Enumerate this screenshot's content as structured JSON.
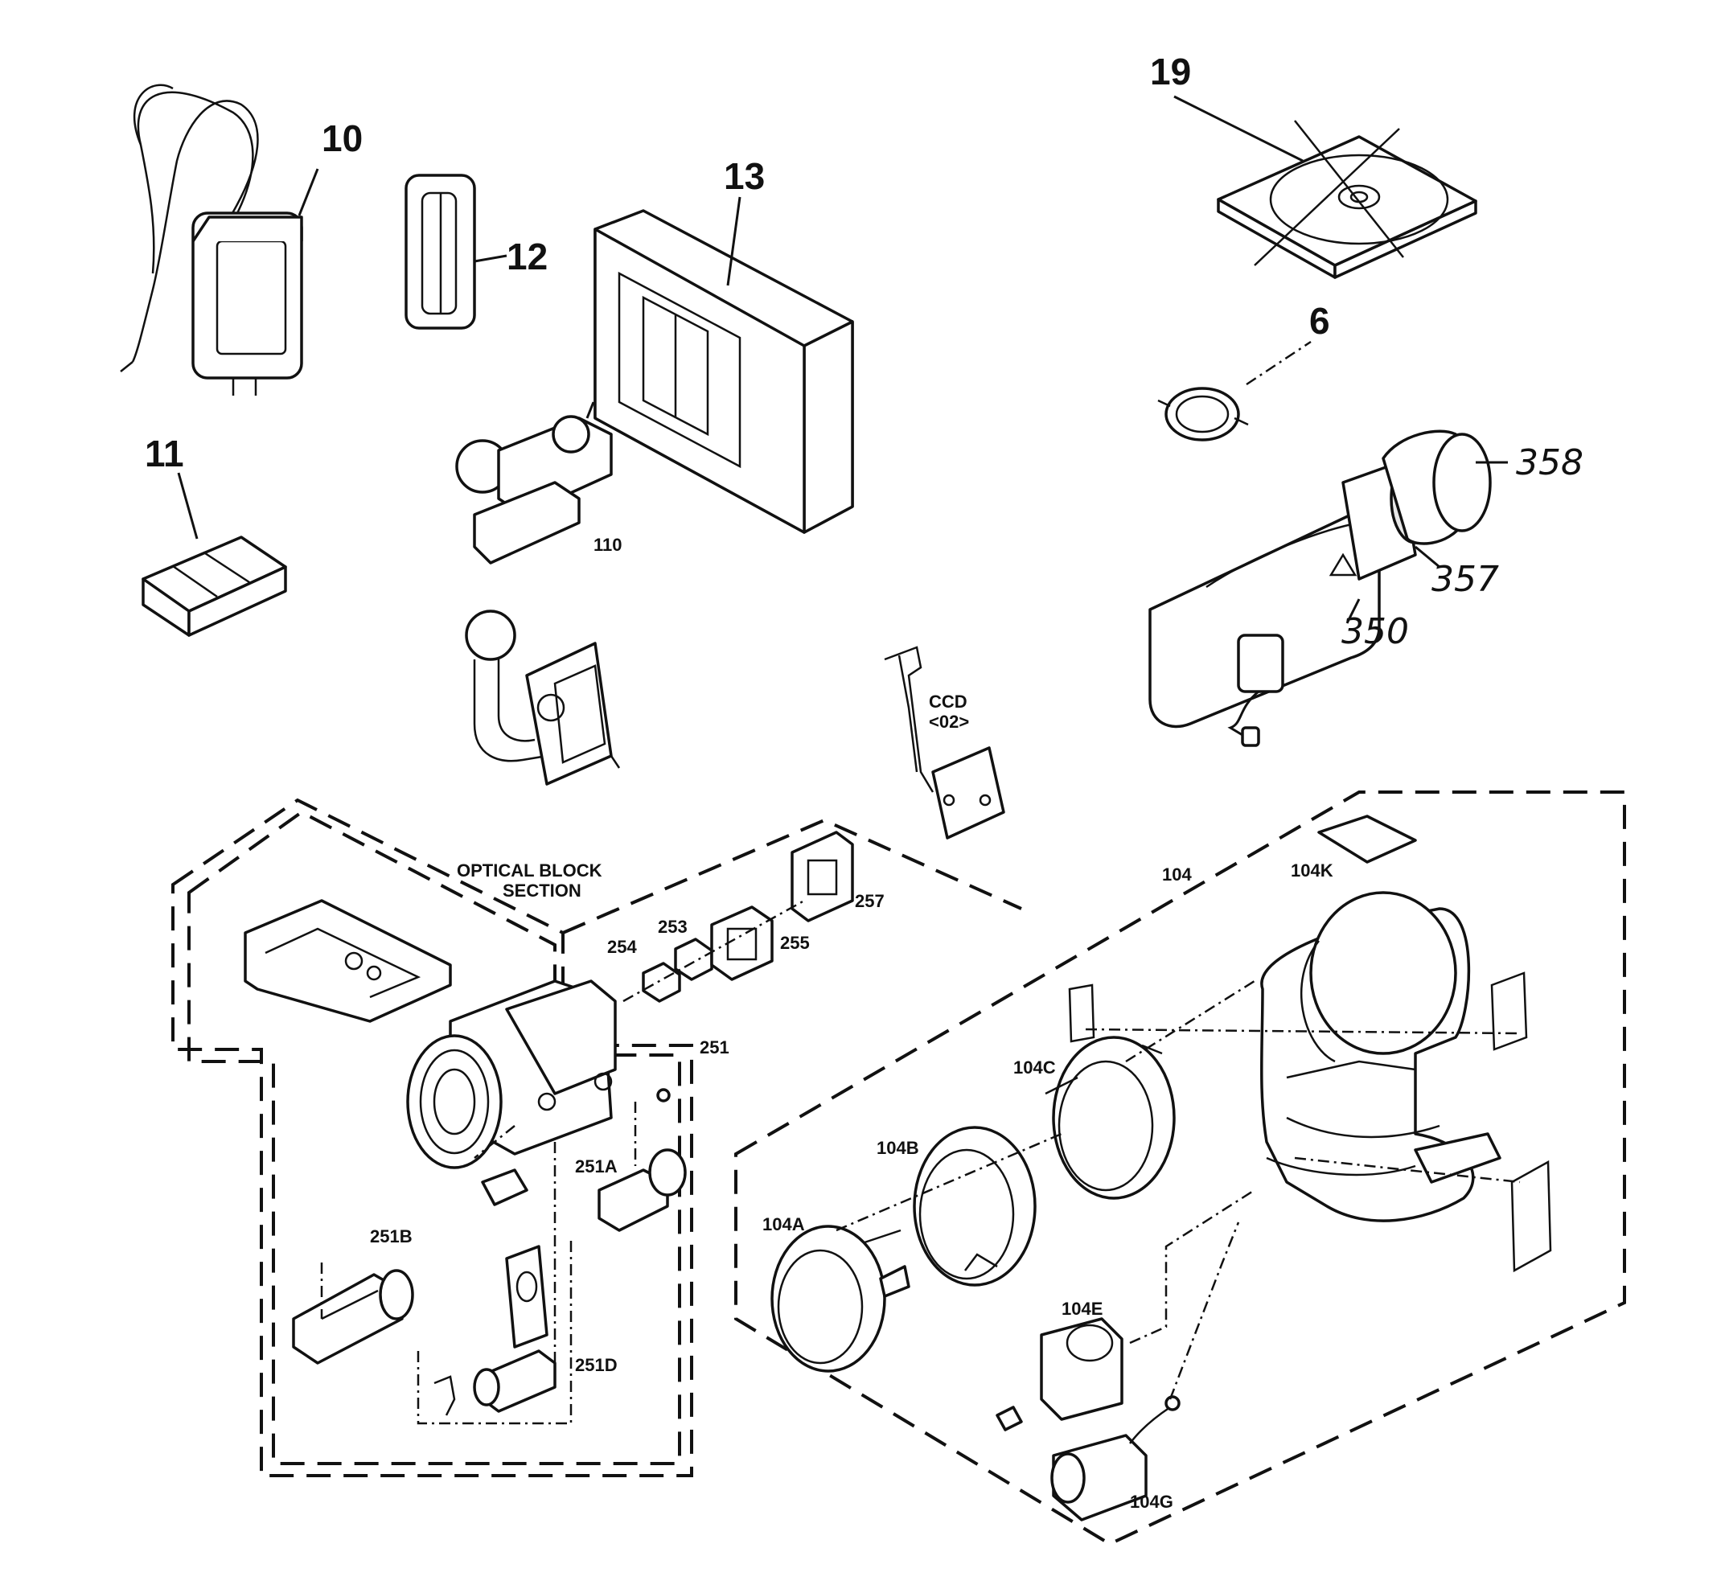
{
  "labels": {
    "l10": "10",
    "l11": "11",
    "l12": "12",
    "l13": "13",
    "l19": "19",
    "l6": "6",
    "l110": "110",
    "l358": "358",
    "l357": "357",
    "l350": "350",
    "ccd1": "CCD",
    "ccd2": "<02>",
    "optical1": "OPTICAL BLOCK",
    "optical2": "SECTION",
    "l257": "257",
    "l253": "253",
    "l254": "254",
    "l255": "255",
    "l251": "251",
    "l251A": "251A",
    "l251B": "251B",
    "l251D": "251D",
    "l104": "104",
    "l104K": "104K",
    "l104C": "104C",
    "l104B": "104B",
    "l104A": "104A",
    "l104E": "104E",
    "l104G": "104G"
  }
}
